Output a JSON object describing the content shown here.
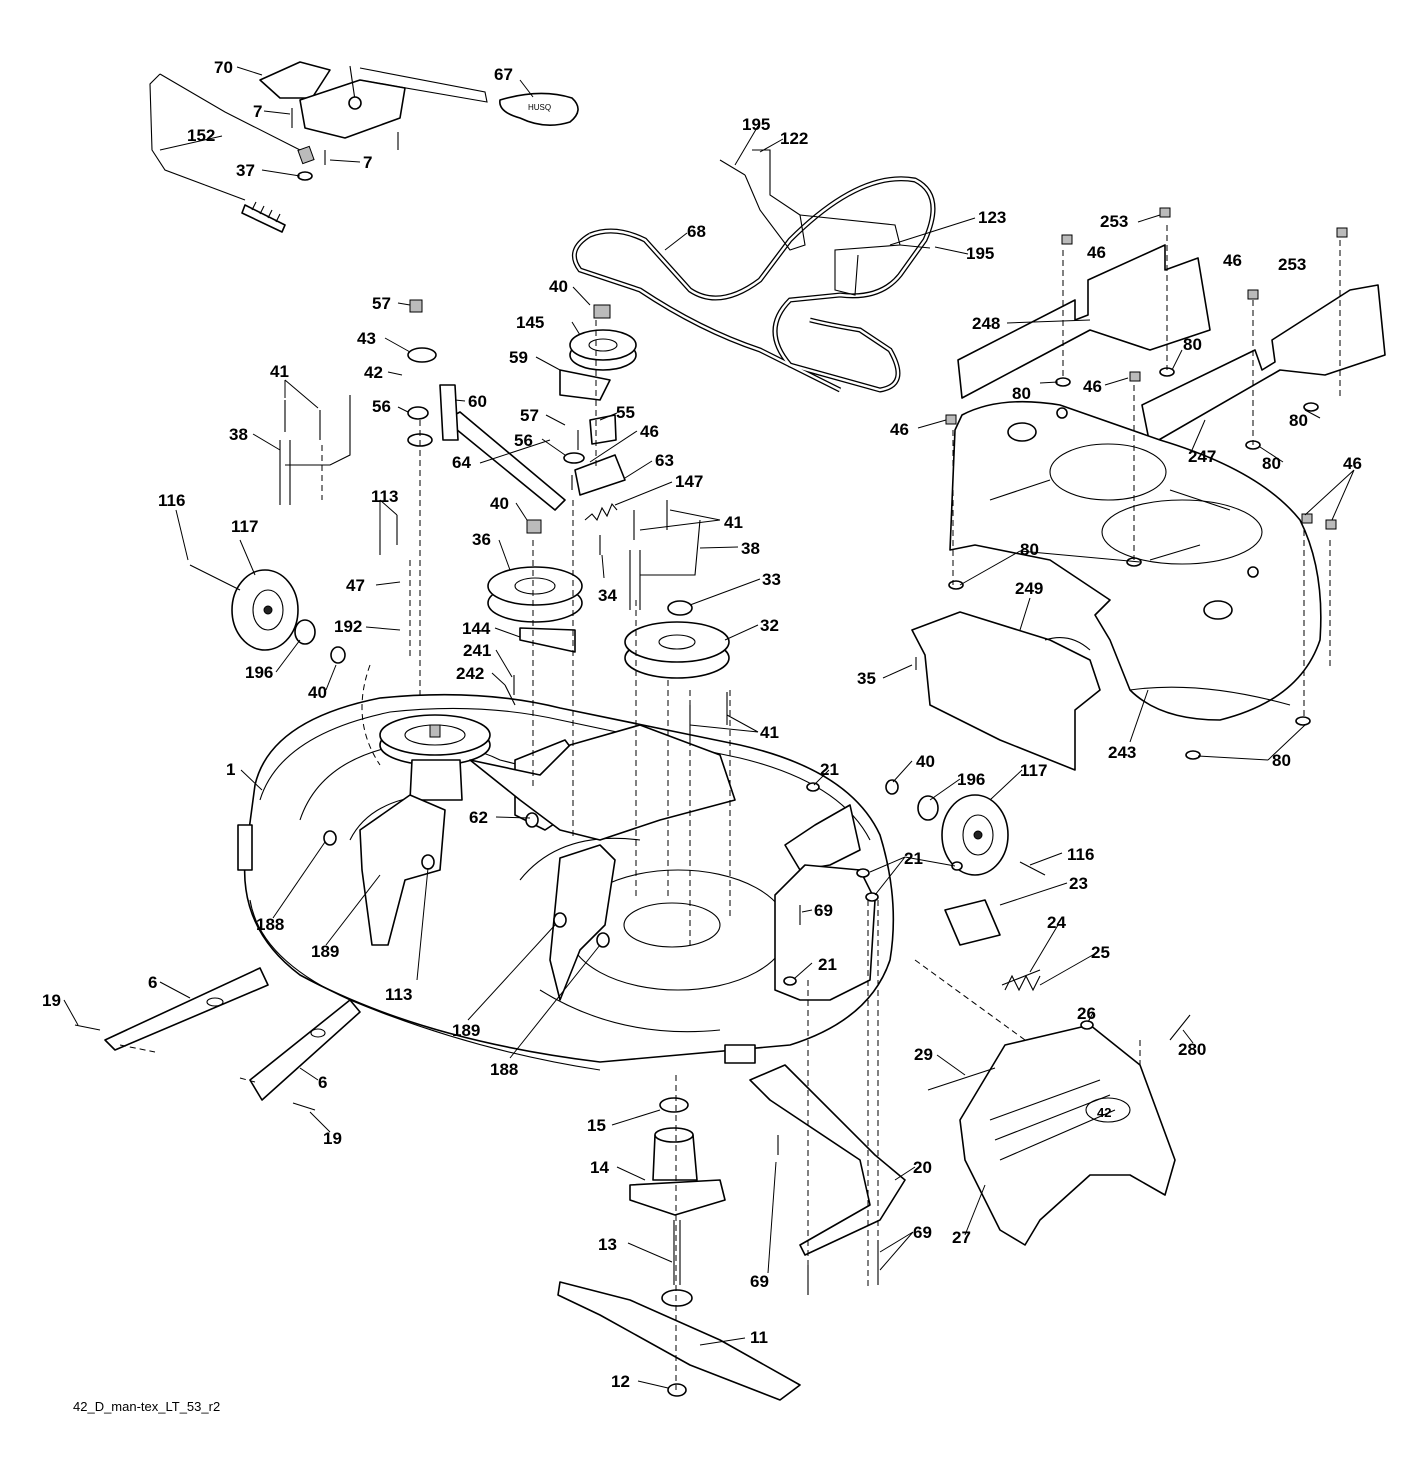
{
  "caption": "42_D_man-tex_LT_53_r2",
  "decal": "42",
  "callouts": [
    {
      "id": "70",
      "label": "70"
    },
    {
      "id": "67",
      "label": "67"
    },
    {
      "id": "7a",
      "label": "7"
    },
    {
      "id": "152",
      "label": "152"
    },
    {
      "id": "37",
      "label": "37"
    },
    {
      "id": "7b",
      "label": "7"
    },
    {
      "id": "195a",
      "label": "195"
    },
    {
      "id": "122",
      "label": "122"
    },
    {
      "id": "123",
      "label": "123"
    },
    {
      "id": "68",
      "label": "68"
    },
    {
      "id": "195b",
      "label": "195"
    },
    {
      "id": "253a",
      "label": "253"
    },
    {
      "id": "46a",
      "label": "46"
    },
    {
      "id": "46b",
      "label": "46"
    },
    {
      "id": "253b",
      "label": "253"
    },
    {
      "id": "248",
      "label": "248"
    },
    {
      "id": "80a",
      "label": "80"
    },
    {
      "id": "80b",
      "label": "80"
    },
    {
      "id": "46c",
      "label": "46"
    },
    {
      "id": "46d",
      "label": "46"
    },
    {
      "id": "80c",
      "label": "80"
    },
    {
      "id": "247",
      "label": "247"
    },
    {
      "id": "80d",
      "label": "80"
    },
    {
      "id": "46e",
      "label": "46"
    },
    {
      "id": "80e",
      "label": "80"
    },
    {
      "id": "249",
      "label": "249"
    },
    {
      "id": "35",
      "label": "35"
    },
    {
      "id": "243",
      "label": "243"
    },
    {
      "id": "80f",
      "label": "80"
    },
    {
      "id": "40a",
      "label": "40"
    },
    {
      "id": "145",
      "label": "145"
    },
    {
      "id": "59",
      "label": "59"
    },
    {
      "id": "57a",
      "label": "57"
    },
    {
      "id": "43",
      "label": "43"
    },
    {
      "id": "42",
      "label": "42"
    },
    {
      "id": "56a",
      "label": "56"
    },
    {
      "id": "60",
      "label": "60"
    },
    {
      "id": "41a",
      "label": "41"
    },
    {
      "id": "38a",
      "label": "38"
    },
    {
      "id": "57b",
      "label": "57"
    },
    {
      "id": "55",
      "label": "55"
    },
    {
      "id": "56b",
      "label": "56"
    },
    {
      "id": "46f",
      "label": "46"
    },
    {
      "id": "64",
      "label": "64"
    },
    {
      "id": "63",
      "label": "63"
    },
    {
      "id": "147",
      "label": "147"
    },
    {
      "id": "40b",
      "label": "40"
    },
    {
      "id": "41b",
      "label": "41"
    },
    {
      "id": "38b",
      "label": "38"
    },
    {
      "id": "116a",
      "label": "116"
    },
    {
      "id": "117a",
      "label": "117"
    },
    {
      "id": "113a",
      "label": "113"
    },
    {
      "id": "36",
      "label": "36"
    },
    {
      "id": "33",
      "label": "33"
    },
    {
      "id": "47",
      "label": "47"
    },
    {
      "id": "34",
      "label": "34"
    },
    {
      "id": "32",
      "label": "32"
    },
    {
      "id": "192",
      "label": "192"
    },
    {
      "id": "144",
      "label": "144"
    },
    {
      "id": "196a",
      "label": "196"
    },
    {
      "id": "241",
      "label": "241"
    },
    {
      "id": "242",
      "label": "242"
    },
    {
      "id": "40c",
      "label": "40"
    },
    {
      "id": "41c",
      "label": "41"
    },
    {
      "id": "1",
      "label": "1"
    },
    {
      "id": "21a",
      "label": "21"
    },
    {
      "id": "40d",
      "label": "40"
    },
    {
      "id": "196b",
      "label": "196"
    },
    {
      "id": "117b",
      "label": "117"
    },
    {
      "id": "62",
      "label": "62"
    },
    {
      "id": "116b",
      "label": "116"
    },
    {
      "id": "21b",
      "label": "21"
    },
    {
      "id": "23",
      "label": "23"
    },
    {
      "id": "69a",
      "label": "69"
    },
    {
      "id": "188a",
      "label": "188"
    },
    {
      "id": "189a",
      "label": "189"
    },
    {
      "id": "24",
      "label": "24"
    },
    {
      "id": "21c",
      "label": "21"
    },
    {
      "id": "25",
      "label": "25"
    },
    {
      "id": "113b",
      "label": "113"
    },
    {
      "id": "6a",
      "label": "6"
    },
    {
      "id": "19a",
      "label": "19"
    },
    {
      "id": "26",
      "label": "26"
    },
    {
      "id": "189b",
      "label": "189"
    },
    {
      "id": "280",
      "label": "280"
    },
    {
      "id": "188b",
      "label": "188"
    },
    {
      "id": "29",
      "label": "29"
    },
    {
      "id": "6b",
      "label": "6"
    },
    {
      "id": "19b",
      "label": "19"
    },
    {
      "id": "15",
      "label": "15"
    },
    {
      "id": "14",
      "label": "14"
    },
    {
      "id": "20",
      "label": "20"
    },
    {
      "id": "27",
      "label": "27"
    },
    {
      "id": "13",
      "label": "13"
    },
    {
      "id": "69b",
      "label": "69"
    },
    {
      "id": "69c",
      "label": "69"
    },
    {
      "id": "11",
      "label": "11"
    },
    {
      "id": "12",
      "label": "12"
    }
  ]
}
